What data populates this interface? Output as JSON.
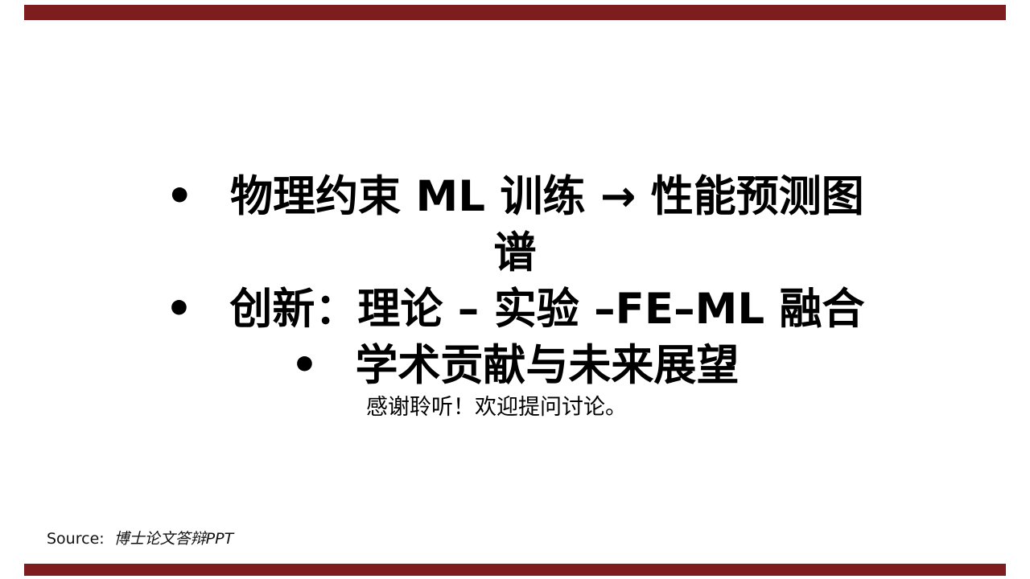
{
  "slide": {
    "accent_color": "#7E1D1D",
    "text_color": "#000000",
    "bullet_char": "•",
    "bullets": [
      {
        "line1": "物理约束 ML 训练 → 性能预测图",
        "line2": "谱"
      },
      {
        "line1": "创新：理论 – 实验 –FE–ML 融合"
      },
      {
        "line1": "学术贡献与未来展望"
      }
    ],
    "thanks": "感谢聆听！欢迎提问讨论。",
    "source": {
      "label": "Source:",
      "text": "博士论文答辩PPT"
    }
  }
}
